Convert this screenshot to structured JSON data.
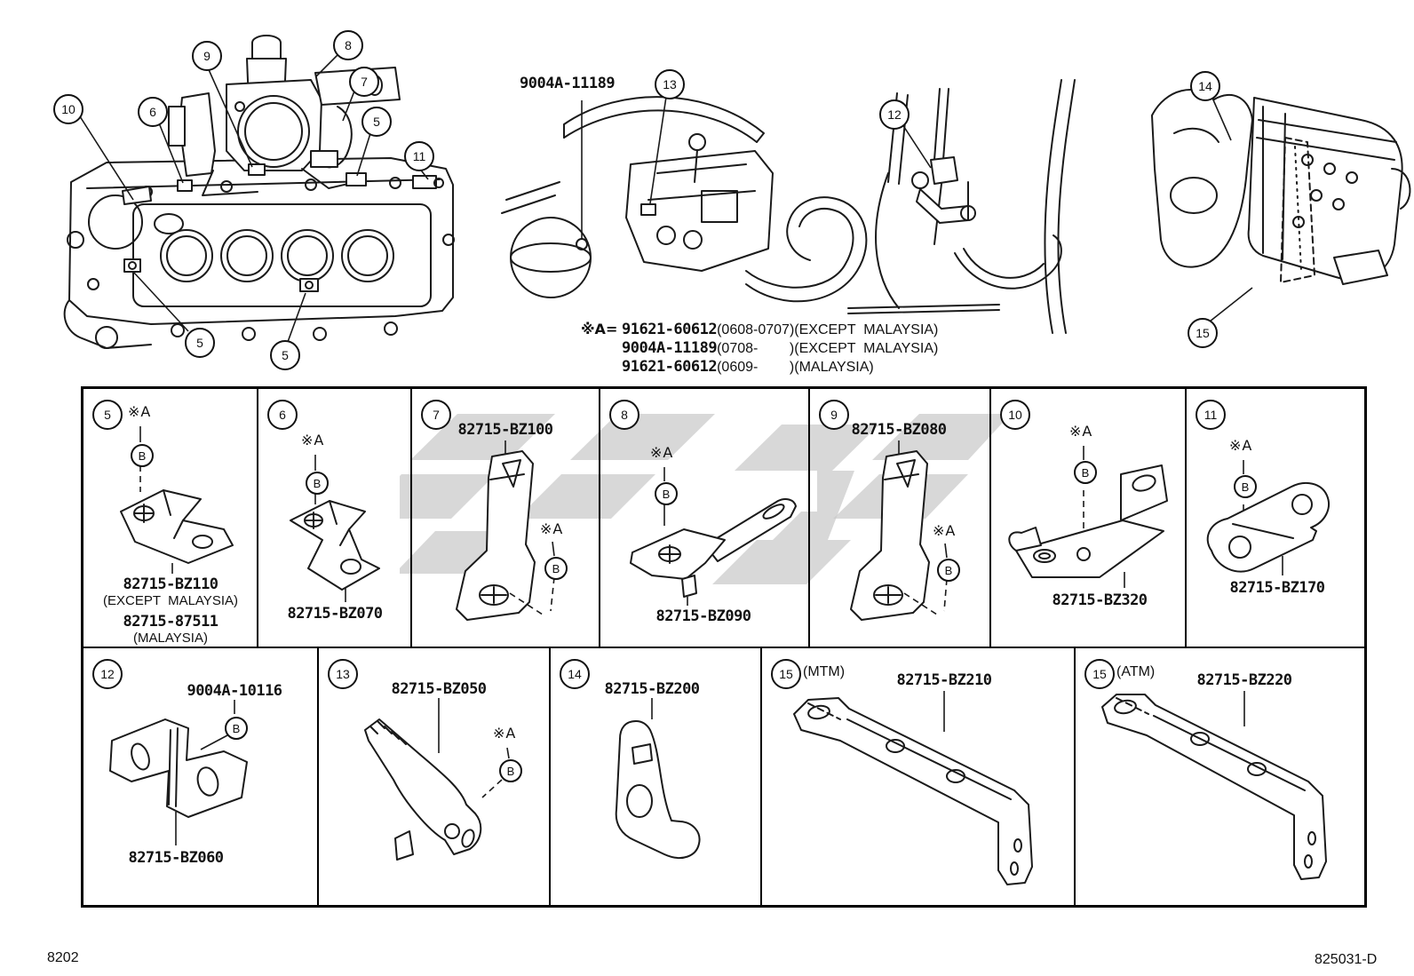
{
  "page": {
    "catalog_code": "8202",
    "figure_code": "825031-D",
    "line_color": "#1a1a1a",
    "watermark_color": "#c9c9c9"
  },
  "top": {
    "harness_label": "9004A-11189",
    "callouts": {
      "c10": "10",
      "c6": "6",
      "c9": "9",
      "c8": "8",
      "c7": "7",
      "c5a": "5",
      "c11": "11",
      "c5b": "5",
      "c5c": "5",
      "c13": "13",
      "c12": "12",
      "c14": "14",
      "c15": "15"
    }
  },
  "footnote": {
    "prefix": "※A= ",
    "lines": [
      {
        "part": "91621-60612",
        "rest": "(0608-0707)(EXCEPT  MALAYSIA)"
      },
      {
        "part": "9004A-11189",
        "rest": "(0708-        )(EXCEPT  MALAYSIA)"
      },
      {
        "part": "91621-60612",
        "rest": "(0609-        )(MALAYSIA)"
      }
    ]
  },
  "cells": [
    {
      "num": "5",
      "ref": "※A",
      "bolt": "B",
      "line1": "82715-BZ110",
      "line2": "(EXCEPT  MALAYSIA)",
      "line3": "82715-87511",
      "line4": "(MALAYSIA)"
    },
    {
      "num": "6",
      "ref": "※A",
      "bolt": "B",
      "part": "82715-BZ070"
    },
    {
      "num": "7",
      "top_part": "82715-BZ100",
      "ref": "※A",
      "bolt": "B"
    },
    {
      "num": "8",
      "ref": "※A",
      "bolt": "B",
      "part": "82715-BZ090"
    },
    {
      "num": "9",
      "top_part": "82715-BZ080",
      "ref": "※A",
      "bolt": "B"
    },
    {
      "num": "10",
      "ref": "※A",
      "bolt": "B",
      "part": "82715-BZ320"
    },
    {
      "num": "11",
      "ref": "※A",
      "bolt": "B",
      "part": "82715-BZ170"
    },
    {
      "num": "12",
      "top_part": "9004A-10116",
      "bolt": "B",
      "part": "82715-BZ060"
    },
    {
      "num": "13",
      "top_part": "82715-BZ050",
      "ref": "※A",
      "bolt": "B"
    },
    {
      "num": "14",
      "top_part": "82715-BZ200"
    },
    {
      "num": "15",
      "variant": "(MTM)",
      "top_part": "82715-BZ210"
    },
    {
      "num": "15",
      "variant": "(ATM)",
      "top_part": "82715-BZ220"
    }
  ]
}
